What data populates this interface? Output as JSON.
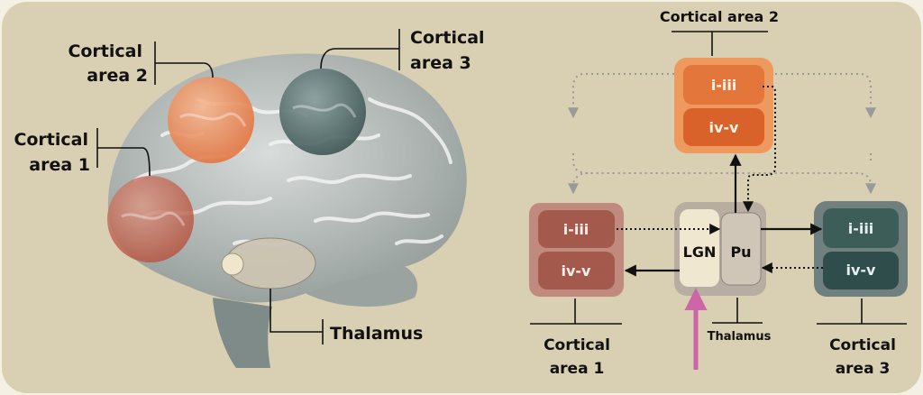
{
  "brain_panel": {
    "label_area2_line1": "Cortical",
    "label_area2_line2": "area 2",
    "label_area3_line1": "Cortical",
    "label_area3_line2": "area 3",
    "label_area1_line1": "Cortical",
    "label_area1_line2": "area 1",
    "label_thalamus": "Thalamus"
  },
  "circuit_panel": {
    "top_label": "Cortical area 2",
    "area2_upper": "i-iii",
    "area2_lower": "iv-v",
    "area1_upper": "i-iii",
    "area1_lower": "iv-v",
    "area3_upper": "i-iii",
    "area3_lower": "iv-v",
    "lgn": "LGN",
    "pu": "Pu",
    "bottom_thalamus": "Thalamus",
    "bottom_area1_line1": "Cortical",
    "bottom_area1_line2": "area 1",
    "bottom_area3_line1": "Cortical",
    "bottom_area3_line2": "area 3"
  },
  "colors": {
    "panel_bg": "#d9cfb2",
    "area2_box": "#ee9a5e",
    "area2_upper": "#e3763a",
    "area2_lower": "#d9622a",
    "area1_box": "#c08b7e",
    "area1_cell": "#a35a4d",
    "area3_box": "#6f807e",
    "area3_upper": "#3d5d59",
    "area3_lower": "#2f4d4b",
    "thalamus_box": "#b7ada0",
    "lgn": "#efe7cf",
    "pu": "#cfc6b8",
    "input_arrow": "#cc66a8"
  }
}
